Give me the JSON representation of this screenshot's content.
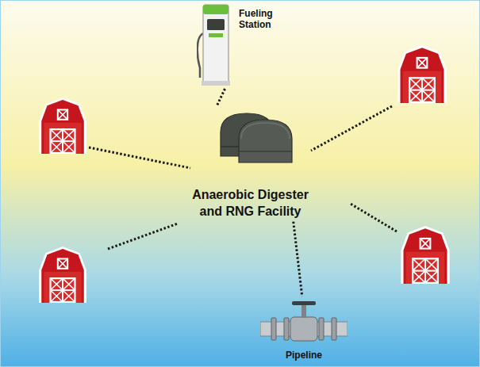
{
  "diagram": {
    "nodes": [
      {
        "text": [
          "Fueling Station"
        ]
      },
      {
        "text": [
          "Anaerobic Digester and RNG Facility"
        ]
      },
      {
        "text": [
          "Pipeline"
        ]
      }
    ],
    "edges": [
      {
        "from": 0,
        "to": 1,
        "arrow": "none"
      },
      {
        "from": 1,
        "to": 2,
        "arrow": "none"
      }
    ]
  }
}
